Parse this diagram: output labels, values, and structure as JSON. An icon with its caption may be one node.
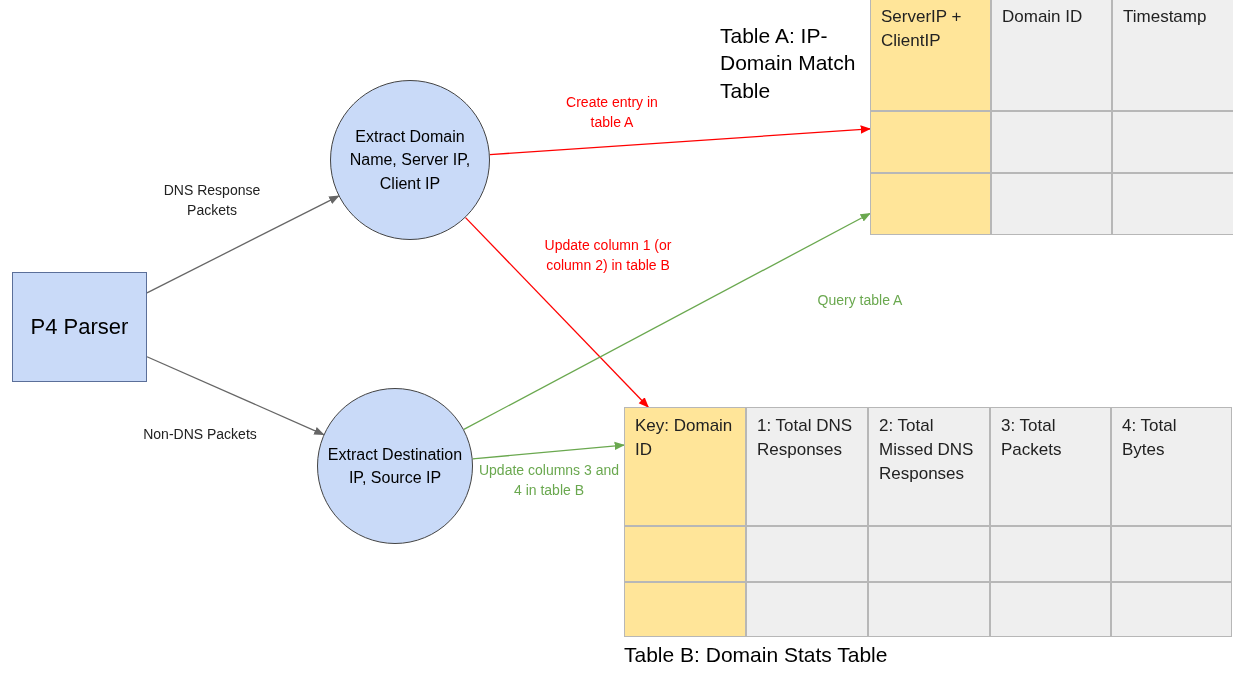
{
  "diagram": {
    "nodes": [
      {
        "text": [
          "P4 Parser"
        ]
      },
      {
        "text": [
          "Extract Domain Name, Server IP, Client IP"
        ]
      },
      {
        "text": [
          "Extract Destination IP, Source IP"
        ]
      },
      {
        "text": [
          "Table A: IP-Domain Match Table"
        ]
      },
      {
        "text": [
          "Table B: Domain Stats Table"
        ]
      }
    ],
    "edges": [
      {
        "from": 0,
        "to": 1,
        "arrow": "to",
        "label": "DNS Response Packets",
        "color": "#666666"
      },
      {
        "from": 0,
        "to": 2,
        "arrow": "to",
        "label": "Non-DNS Packets",
        "color": "#666666"
      },
      {
        "from": 1,
        "to": 3,
        "arrow": "to",
        "label": "Create entry in table A",
        "color": "#ff0000"
      },
      {
        "from": 1,
        "to": 4,
        "arrow": "to",
        "label": "Update column 1 (or column 2) in table B",
        "color": "#ff0000"
      },
      {
        "from": 2,
        "to": 3,
        "arrow": "to",
        "label": "Query table A",
        "color": "#6aa84f"
      },
      {
        "from": 2,
        "to": 4,
        "arrow": "to",
        "label": "Update columns 3 and 4 in table B",
        "color": "#6aa84f"
      }
    ],
    "labels": [
      "ServerIP + ClientIP",
      "Domain ID",
      "Timestamp",
      "Key: Domain ID",
      "1: Total DNS Responses",
      "2: Total Missed DNS Responses",
      "3: Total Packets",
      "4: Total Bytes"
    ]
  }
}
